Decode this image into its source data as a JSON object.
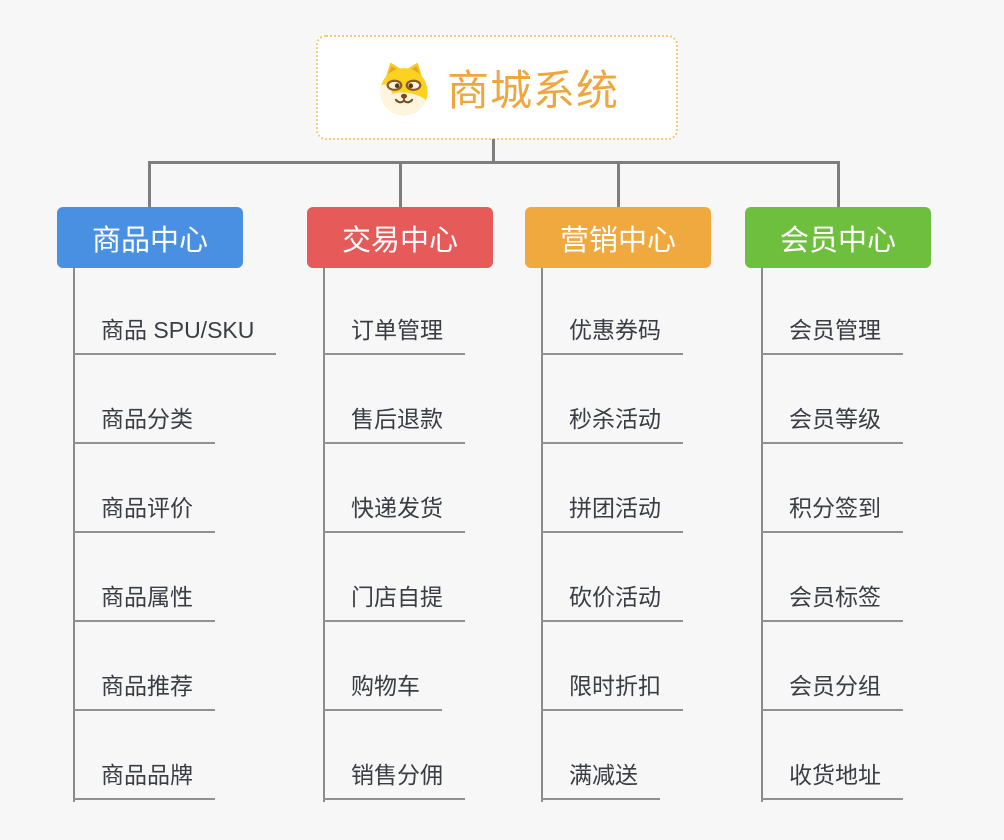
{
  "root": {
    "title": "商城系统",
    "icon": "doge-icon"
  },
  "branches": [
    {
      "label": "商品中心",
      "color": "#4a90e2",
      "items": [
        "商品 SPU/SKU",
        "商品分类",
        "商品评价",
        "商品属性",
        "商品推荐",
        "商品品牌"
      ]
    },
    {
      "label": "交易中心",
      "color": "#e65a5a",
      "items": [
        "订单管理",
        "售后退款",
        "快递发货",
        "门店自提",
        "购物车",
        "销售分佣"
      ]
    },
    {
      "label": "营销中心",
      "color": "#efa93e",
      "items": [
        "优惠券码",
        "秒杀活动",
        "拼团活动",
        "砍价活动",
        "限时折扣",
        "满减送"
      ]
    },
    {
      "label": "会员中心",
      "color": "#6fbf3e",
      "items": [
        "会员管理",
        "会员等级",
        "积分签到",
        "会员标签",
        "会员分组",
        "收货地址"
      ]
    }
  ],
  "colors": {
    "background": "#f7f7f7",
    "root_text": "#efa63c",
    "root_border": "#f3c97e",
    "connector_line": "#7e7e7e",
    "branch_line": "#8f9193",
    "item_text": "#3a3d43"
  }
}
